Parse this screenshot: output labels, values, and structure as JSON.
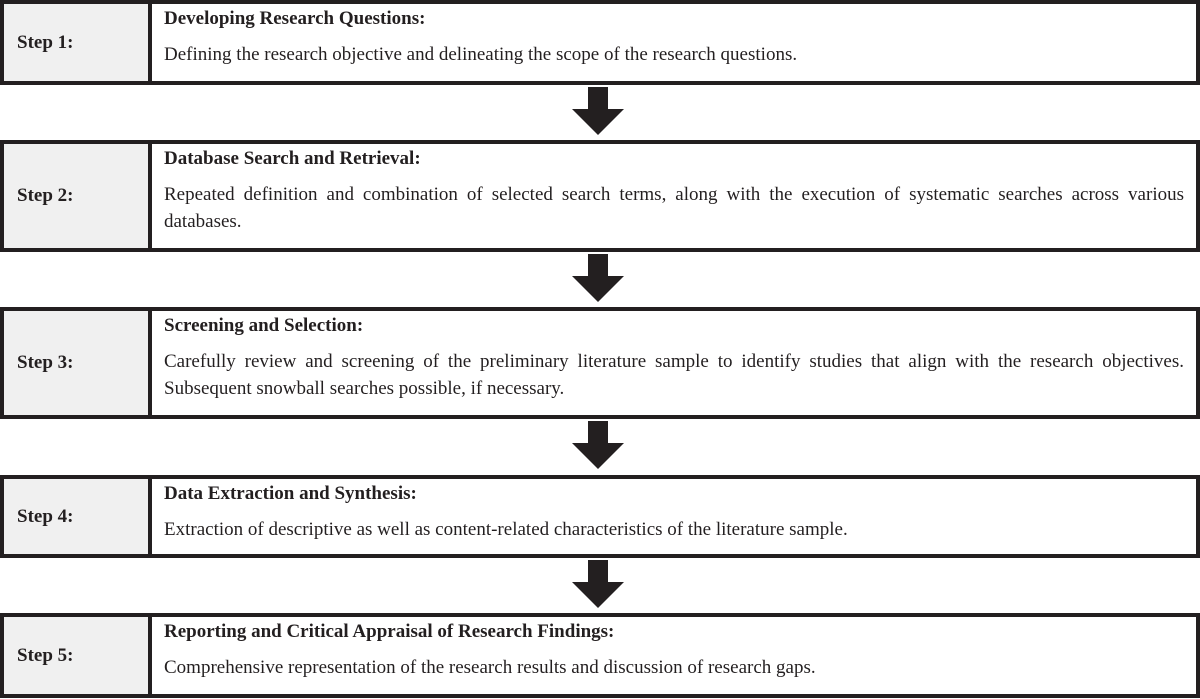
{
  "diagram": {
    "type": "process-flow",
    "steps": [
      {
        "label": "Step 1:",
        "title": "Developing Research Questions:",
        "description": "Defining the research objective and delineating the scope of the research questions."
      },
      {
        "label": "Step 2:",
        "title": "Database Search and Retrieval:",
        "description": "Repeated definition and combination of selected search terms, along with the execution of systematic searches across various databases."
      },
      {
        "label": "Step 3:",
        "title": "Screening and Selection:",
        "description": "Carefully review and screening of the preliminary literature sample to identify studies that align with the research objectives. Subsequent snowball searches possible, if necessary."
      },
      {
        "label": "Step 4:",
        "title": "Data Extraction and Synthesis:",
        "description": "Extraction of descriptive as well as content-related characteristics of the literature sample."
      },
      {
        "label": "Step 5:",
        "title": "Reporting and Critical Appraisal of Research Findings:",
        "description": "Comprehensive representation of the research results and discussion of research gaps."
      }
    ],
    "arrows": [
      "down-arrow",
      "down-arrow",
      "down-arrow",
      "down-arrow"
    ],
    "colors": {
      "border": "#231f20",
      "label_fill": "#f0f0f0",
      "body_fill": "#ffffff",
      "arrow": "#231f20"
    }
  }
}
